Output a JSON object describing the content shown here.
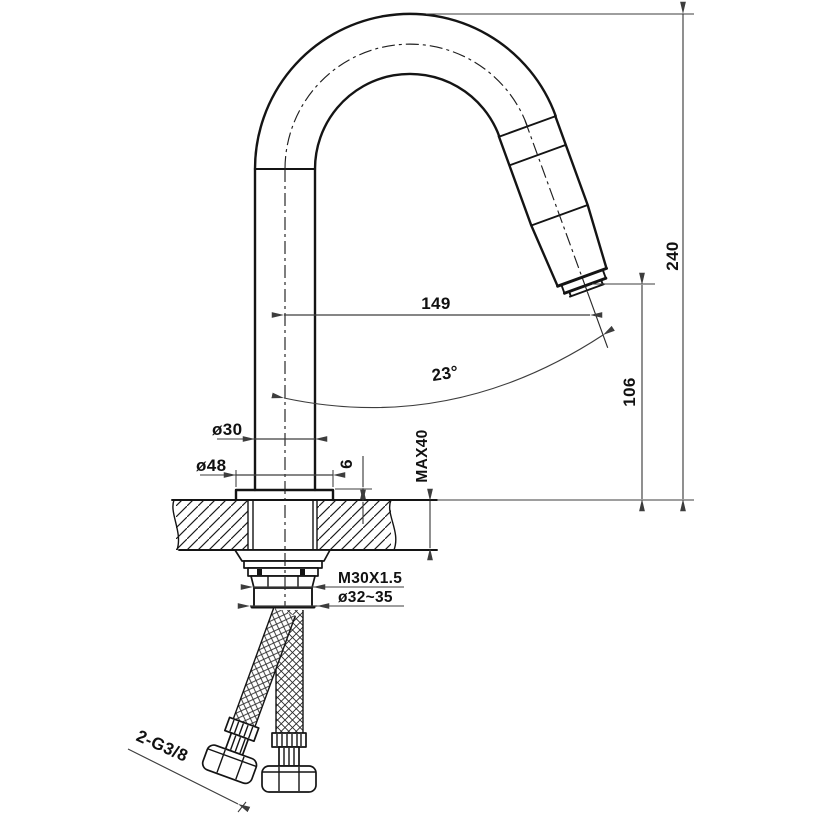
{
  "drawing": {
    "kind": "faucet installation dimension drawing",
    "dimensions": {
      "overall_height": "240",
      "spout_tip_height": "106",
      "spout_reach": "149",
      "spout_angle": "23°",
      "body_diameter": "ø30",
      "base_diameter": "ø48",
      "base_plate_thickness": "6",
      "max_deck_thickness": "MAX40",
      "mounting_thread": "M30X1.5",
      "hole_diameter": "ø32~35",
      "supply_hose_thread": "2-G3/8"
    },
    "colors": {
      "outline": "#141414",
      "dimension": "#3d3d3d",
      "background": "#ffffff"
    }
  }
}
